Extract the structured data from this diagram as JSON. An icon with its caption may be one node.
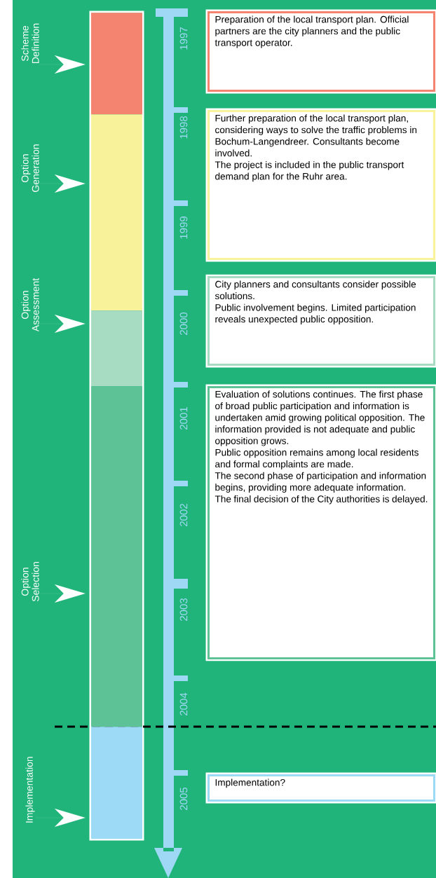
{
  "diagram": {
    "nodes": [
      {
        "text": [
          "Scheme Definition"
        ]
      },
      {
        "text": [],
        "shape": "bar"
      },
      {
        "text": [
          "Option Generation"
        ]
      },
      {
        "text": [],
        "shape": "bar"
      },
      {
        "text": [
          "Option Assessment"
        ]
      },
      {
        "text": [],
        "shape": "bar"
      },
      {
        "text": [
          "Option Selection"
        ]
      },
      {
        "text": [],
        "shape": "bar"
      },
      {
        "text": [
          "Implementation"
        ]
      },
      {
        "text": [],
        "shape": "bar"
      },
      {
        "text": [
          "Preparation of the local transport plan. Official partners are the city planners and the public transport operator."
        ]
      },
      {
        "text": [
          "Further preparation of the local transport plan, considering ways to solve the traffic problems in Bochum-Langendreer. Consultants become involved.",
          "The project is included in the public transport demand plan for the Ruhr area."
        ]
      },
      {
        "text": [
          "City planners and consultants consider possible solutions.",
          "Public involvement begins. Limited participation reveals unexpected public opposition."
        ]
      },
      {
        "text": [
          "Evaluation of solutions continues. The first phase of broad public participation and information is undertaken amid growing political opposition. The information provided is not adequate and public opposition grows.",
          "Public opposition remains among local residents and formal complaints are made.",
          "The second phase of participation and information begins, providing more adequate information.",
          "The final decision of the City authorities is delayed."
        ]
      },
      {
        "text": [
          "Implementation?"
        ]
      }
    ],
    "edges": [
      {
        "from": 0,
        "to": 1,
        "arrow": "to"
      },
      {
        "from": 2,
        "to": 3,
        "arrow": "to"
      },
      {
        "from": 4,
        "to": 5,
        "arrow": "to"
      },
      {
        "from": 6,
        "to": 7,
        "arrow": "to"
      },
      {
        "from": 8,
        "to": 9,
        "arrow": "to"
      }
    ],
    "labels": [
      "1997",
      "1998",
      "1999",
      "2000",
      "2001",
      "2002",
      "2003",
      "2004",
      "2005"
    ]
  }
}
